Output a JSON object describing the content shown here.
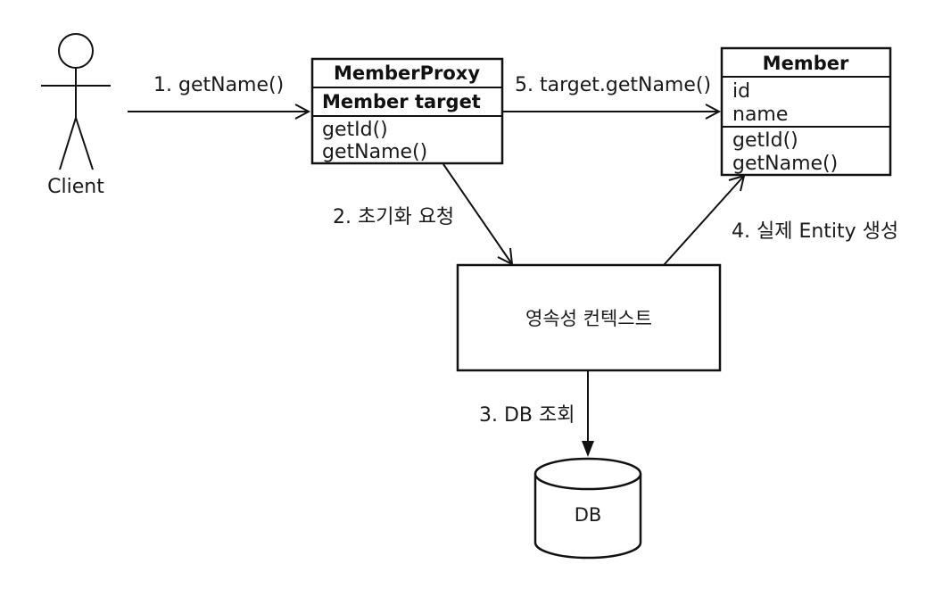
{
  "client": {
    "label": "Client"
  },
  "proxy": {
    "title": "MemberProxy",
    "field": "Member target",
    "methods": [
      "getId()",
      "getName()"
    ]
  },
  "member": {
    "title": "Member",
    "fields": [
      "id",
      "name"
    ],
    "methods": [
      "getId()",
      "getName()"
    ]
  },
  "context": {
    "label": "영속성 컨텍스트"
  },
  "db": {
    "label": "DB"
  },
  "steps": {
    "step1": "1. getName()",
    "step2": "2. 초기화 요청",
    "step3": "3. DB 조회",
    "step4": "4. 실제 Entity 생성",
    "step5": "5. target.getName()"
  }
}
